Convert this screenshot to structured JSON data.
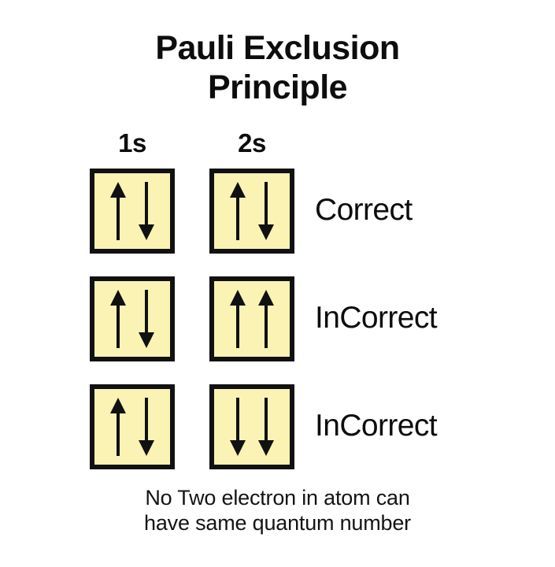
{
  "title": {
    "line1": "Pauli Exclusion",
    "line2": "Principle"
  },
  "colors": {
    "box_fill": "#FAF3B4",
    "box_border": "#111111",
    "arrow": "#111111",
    "text": "#0d0d0d",
    "background": "#FFFFFF"
  },
  "columns": [
    {
      "label": "1s"
    },
    {
      "label": "2s"
    }
  ],
  "rows": [
    {
      "verdict": "Correct",
      "boxes": [
        {
          "orbital": "1s",
          "spins": [
            "up",
            "down"
          ]
        },
        {
          "orbital": "2s",
          "spins": [
            "up",
            "down"
          ]
        }
      ]
    },
    {
      "verdict": "InCorrect",
      "boxes": [
        {
          "orbital": "1s",
          "spins": [
            "up",
            "down"
          ]
        },
        {
          "orbital": "2s",
          "spins": [
            "up",
            "up"
          ]
        }
      ]
    },
    {
      "verdict": "InCorrect",
      "boxes": [
        {
          "orbital": "1s",
          "spins": [
            "up",
            "down"
          ]
        },
        {
          "orbital": "2s",
          "spins": [
            "down",
            "down"
          ]
        }
      ]
    }
  ],
  "caption": {
    "line1": "No Two electron in atom can",
    "line2": "have same quantum number"
  },
  "icons": {
    "spin_up": "arrow-up-icon",
    "spin_down": "arrow-down-icon"
  }
}
